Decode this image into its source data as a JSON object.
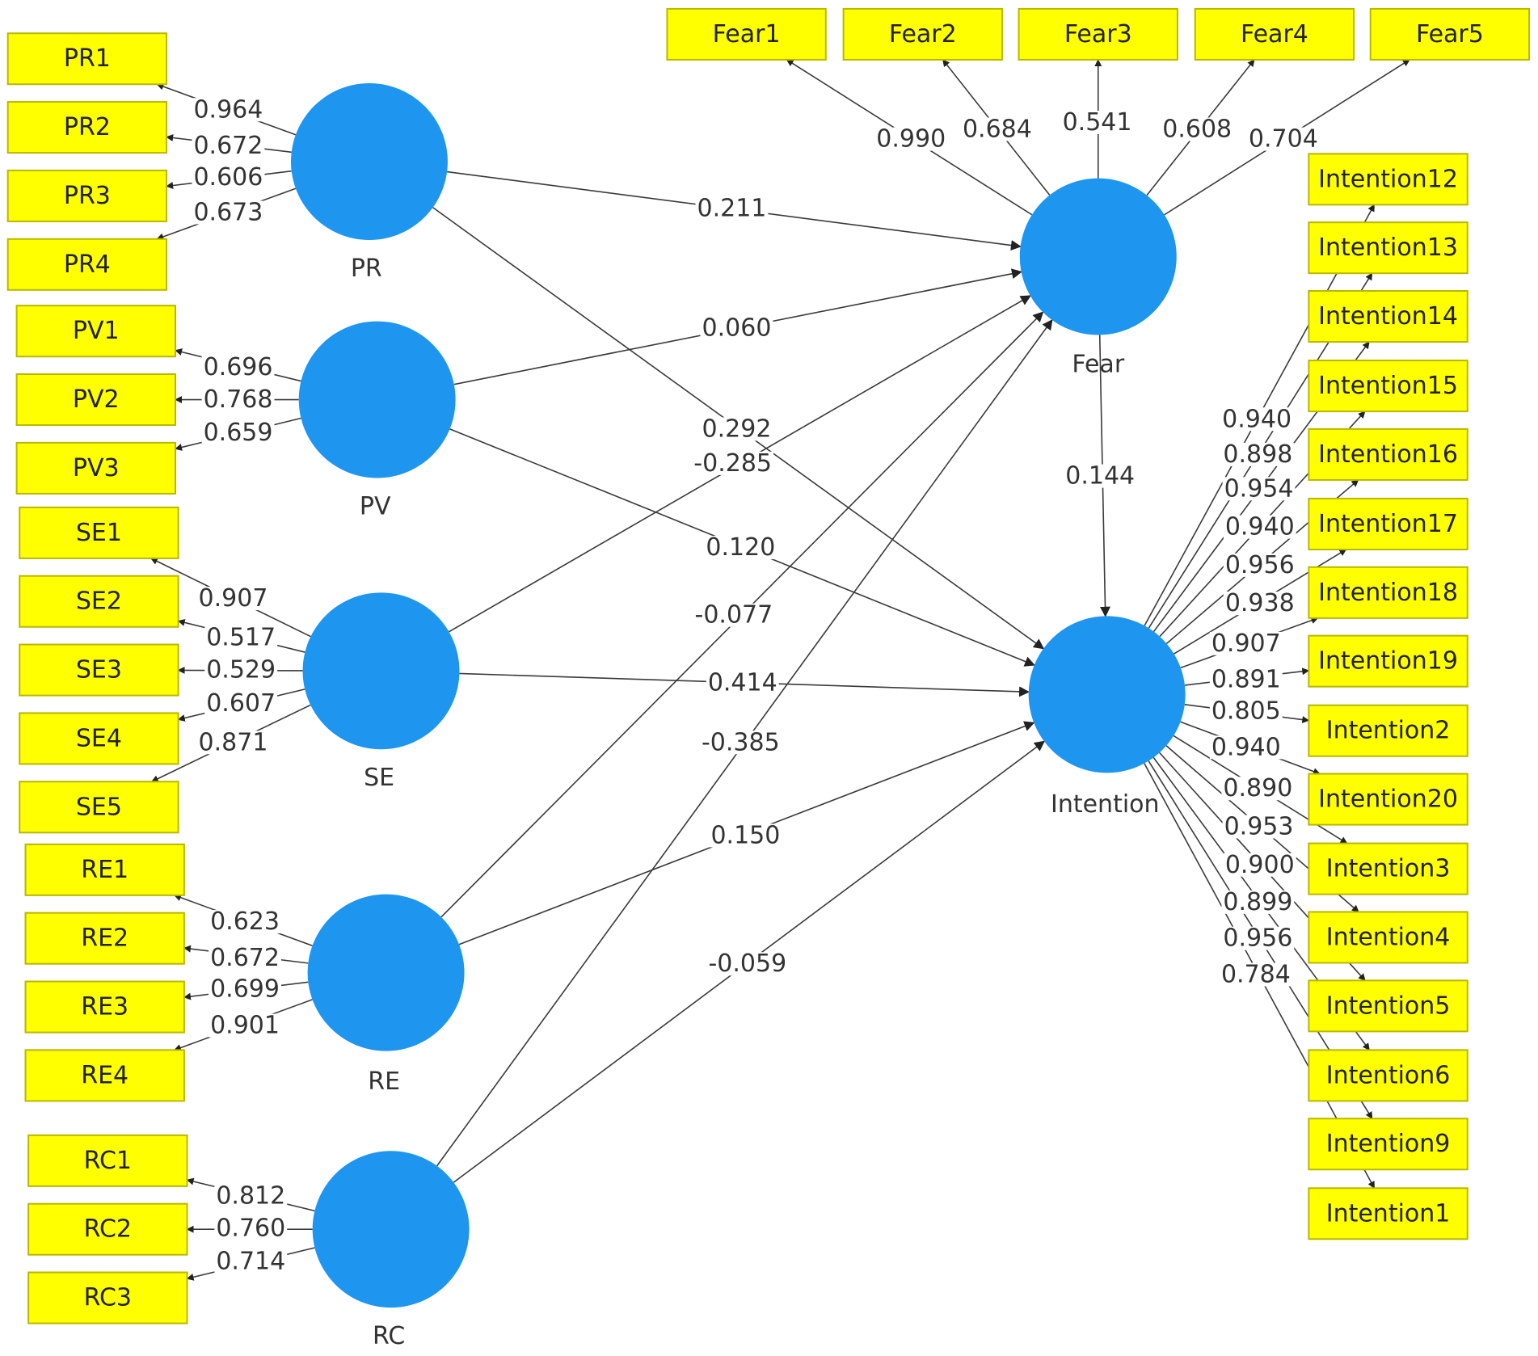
{
  "diagram": {
    "latent_variables": [
      {
        "id": "PR",
        "label": "PR"
      },
      {
        "id": "PV",
        "label": "PV"
      },
      {
        "id": "SE",
        "label": "SE"
      },
      {
        "id": "RE",
        "label": "RE"
      },
      {
        "id": "RC",
        "label": "RC"
      },
      {
        "id": "Fear",
        "label": "Fear"
      },
      {
        "id": "Intention",
        "label": "Intention"
      }
    ],
    "indicators": [
      {
        "id": "PR1",
        "label": "PR1",
        "latent": "PR",
        "loading": "0.964"
      },
      {
        "id": "PR2",
        "label": "PR2",
        "latent": "PR",
        "loading": "0.672"
      },
      {
        "id": "PR3",
        "label": "PR3",
        "latent": "PR",
        "loading": "0.606"
      },
      {
        "id": "PR4",
        "label": "PR4",
        "latent": "PR",
        "loading": "0.673"
      },
      {
        "id": "PV1",
        "label": "PV1",
        "latent": "PV",
        "loading": "0.696"
      },
      {
        "id": "PV2",
        "label": "PV2",
        "latent": "PV",
        "loading": "0.768"
      },
      {
        "id": "PV3",
        "label": "PV3",
        "latent": "PV",
        "loading": "0.659"
      },
      {
        "id": "SE1",
        "label": "SE1",
        "latent": "SE",
        "loading": "0.907"
      },
      {
        "id": "SE2",
        "label": "SE2",
        "latent": "SE",
        "loading": "0.517"
      },
      {
        "id": "SE3",
        "label": "SE3",
        "latent": "SE",
        "loading": "0.529"
      },
      {
        "id": "SE4",
        "label": "SE4",
        "latent": "SE",
        "loading": "0.607"
      },
      {
        "id": "SE5",
        "label": "SE5",
        "latent": "SE",
        "loading": "0.871"
      },
      {
        "id": "RE1",
        "label": "RE1",
        "latent": "RE",
        "loading": "0.623"
      },
      {
        "id": "RE2",
        "label": "RE2",
        "latent": "RE",
        "loading": "0.672"
      },
      {
        "id": "RE3",
        "label": "RE3",
        "latent": "RE",
        "loading": "0.699"
      },
      {
        "id": "RE4",
        "label": "RE4",
        "latent": "RE",
        "loading": "0.901"
      },
      {
        "id": "RC1",
        "label": "RC1",
        "latent": "RC",
        "loading": "0.812"
      },
      {
        "id": "RC2",
        "label": "RC2",
        "latent": "RC",
        "loading": "0.760"
      },
      {
        "id": "RC3",
        "label": "RC3",
        "latent": "RC",
        "loading": "0.714"
      },
      {
        "id": "Fear1",
        "label": "Fear1",
        "latent": "Fear",
        "loading": "0.990"
      },
      {
        "id": "Fear2",
        "label": "Fear2",
        "latent": "Fear",
        "loading": "0.684"
      },
      {
        "id": "Fear3",
        "label": "Fear3",
        "latent": "Fear",
        "loading": "0.541"
      },
      {
        "id": "Fear4",
        "label": "Fear4",
        "latent": "Fear",
        "loading": "0.608"
      },
      {
        "id": "Fear5",
        "label": "Fear5",
        "latent": "Fear",
        "loading": "0.704"
      },
      {
        "id": "Intention12",
        "label": "Intention12",
        "latent": "Intention",
        "loading": "0.940"
      },
      {
        "id": "Intention13",
        "label": "Intention13",
        "latent": "Intention",
        "loading": "0.898"
      },
      {
        "id": "Intention14",
        "label": "Intention14",
        "latent": "Intention",
        "loading": "0.954"
      },
      {
        "id": "Intention15",
        "label": "Intention15",
        "latent": "Intention",
        "loading": "0.940"
      },
      {
        "id": "Intention16",
        "label": "Intention16",
        "latent": "Intention",
        "loading": "0.956"
      },
      {
        "id": "Intention17",
        "label": "Intention17",
        "latent": "Intention",
        "loading": "0.938"
      },
      {
        "id": "Intention18",
        "label": "Intention18",
        "latent": "Intention",
        "loading": "0.907"
      },
      {
        "id": "Intention19",
        "label": "Intention19",
        "latent": "Intention",
        "loading": "0.891"
      },
      {
        "id": "Intention2",
        "label": "Intention2",
        "latent": "Intention",
        "loading": "0.805"
      },
      {
        "id": "Intention20",
        "label": "Intention20",
        "latent": "Intention",
        "loading": "0.940"
      },
      {
        "id": "Intention3",
        "label": "Intention3",
        "latent": "Intention",
        "loading": "0.890"
      },
      {
        "id": "Intention4",
        "label": "Intention4",
        "latent": "Intention",
        "loading": "0.953"
      },
      {
        "id": "Intention5",
        "label": "Intention5",
        "latent": "Intention",
        "loading": "0.900"
      },
      {
        "id": "Intention6",
        "label": "Intention6",
        "latent": "Intention",
        "loading": "0.899"
      },
      {
        "id": "Intention9",
        "label": "Intention9",
        "latent": "Intention",
        "loading": "0.956"
      },
      {
        "id": "Intention1",
        "label": "Intention1",
        "latent": "Intention",
        "loading": "0.784"
      }
    ],
    "paths": [
      {
        "from": "PR",
        "to": "Fear",
        "coefficient": "0.211"
      },
      {
        "from": "PR",
        "to": "Intention",
        "coefficient": "0.292"
      },
      {
        "from": "PV",
        "to": "Fear",
        "coefficient": "0.060"
      },
      {
        "from": "PV",
        "to": "Intention",
        "coefficient": "0.120"
      },
      {
        "from": "SE",
        "to": "Fear",
        "coefficient": "-0.285"
      },
      {
        "from": "SE",
        "to": "Intention",
        "coefficient": "0.414"
      },
      {
        "from": "RE",
        "to": "Fear",
        "coefficient": "-0.077"
      },
      {
        "from": "RE",
        "to": "Intention",
        "coefficient": "0.150"
      },
      {
        "from": "RC",
        "to": "Fear",
        "coefficient": "-0.385"
      },
      {
        "from": "RC",
        "to": "Intention",
        "coefficient": "-0.059"
      },
      {
        "from": "Fear",
        "to": "Intention",
        "coefficient": "0.144"
      }
    ]
  },
  "colors": {
    "indicator_fill": "#ffff00",
    "latent_fill": "#1e96f0",
    "edge": "#3a3a3a"
  }
}
